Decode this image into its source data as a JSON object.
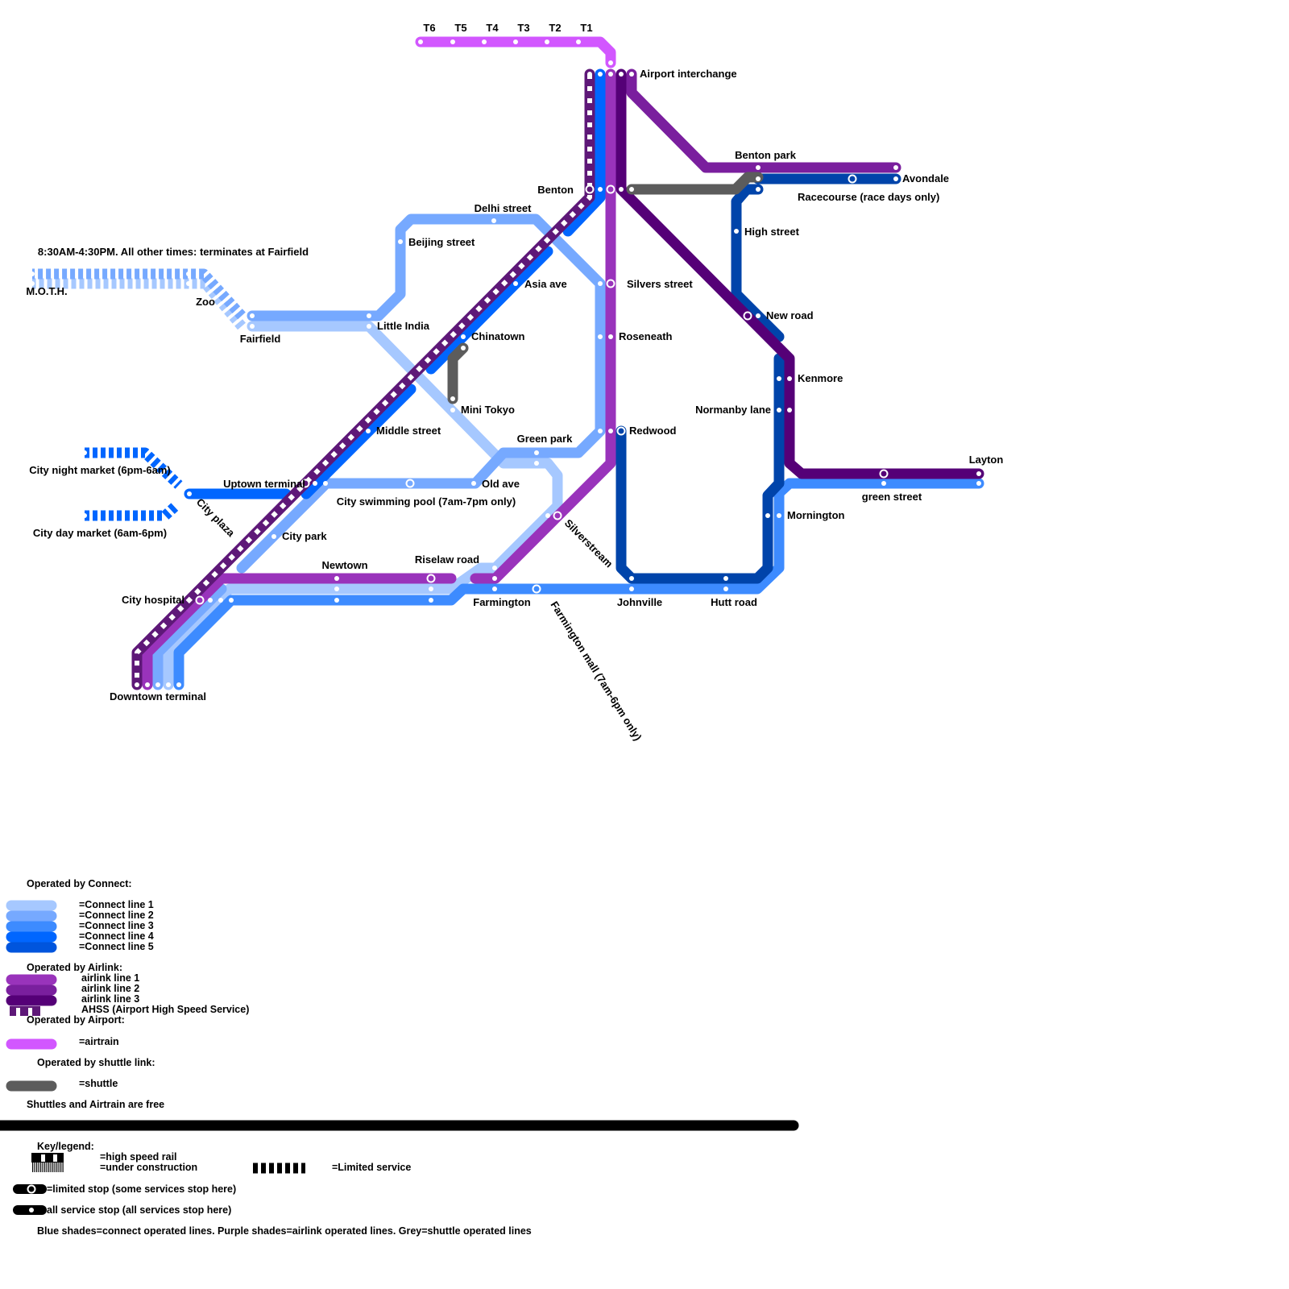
{
  "colors": {
    "connect_line_1": "#a6c8ff",
    "connect_line_2": "#76a9ff",
    "connect_line_3": "#3d8bff",
    "connect_line_4": "#0066ff",
    "connect_line_5": "#0044aa",
    "airlink_line_1": "#9933bb",
    "airlink_line_2": "#7a1f9e",
    "airlink_line_3": "#550077",
    "ahss": "#5e1878",
    "airtrain": "#d257ff",
    "shuttle": "#5c5c5c"
  },
  "note": "8:30AM-4:30PM. All other times: terminates at Fairfield",
  "stations": [
    "T6",
    "T5",
    "T4",
    "T3",
    "T2",
    "T1",
    "Airport interchange",
    "Benton",
    "Benton park",
    "Avondale",
    "Racecourse (race days only)",
    "Delhi street",
    "Beijing street",
    "High street",
    "Asia ave",
    "Silvers street",
    "New road",
    "Little India",
    "Roseneath",
    "Chinatown",
    "Kenmore",
    "Mini Tokyo",
    "Normanby lane",
    "Middle street",
    "Redwood",
    "Green park",
    "Old ave",
    "Uptown terminal",
    "City swimming pool (7am-7pm only)",
    "Layton",
    "green street",
    "Mornington",
    "City plaza",
    "City park",
    "Silverstream",
    "Newtown",
    "Riselaw road",
    "City hospital",
    "Farmington",
    "Johnville",
    "Hutt road",
    "Farmington mall (7am-6pm only)",
    "Downtown terminal",
    "M.O.T.H.",
    "Zoo",
    "Fairfield",
    "City night market (6pm-6am)",
    "City day market (6am-6pm)"
  ],
  "legend": {
    "connect_heading": "Operated by Connect:",
    "connect_lines": [
      "=Connect line 1",
      "=Connect line 2",
      "=Connect line 3",
      "=Connect line 4",
      "=Connect line 5"
    ],
    "airlink_heading": "Operated by Airlink:",
    "airlink_lines": [
      "airlink line 1",
      "airlink line 2",
      "airlink line 3",
      "AHSS (Airport High Speed Service)"
    ],
    "airport_heading": "Operated by Airport:",
    "airtrain": "=airtrain",
    "shuttle_heading": "Operated by shuttle link:",
    "shuttle": "=shuttle",
    "free_note": "Shuttles and Airtrain are free",
    "key_heading": "Key/legend:",
    "high_speed": "=high speed rail",
    "under_construction": "=under construction",
    "limited_service": "=Limited service",
    "limited_stop": "=limited stop (some services stop here)",
    "all_stop": "all service stop (all services stop here)",
    "shades_note": "Blue shades=connect operated lines. Purple shades=airlink operated lines. Grey=shuttle operated lines"
  }
}
